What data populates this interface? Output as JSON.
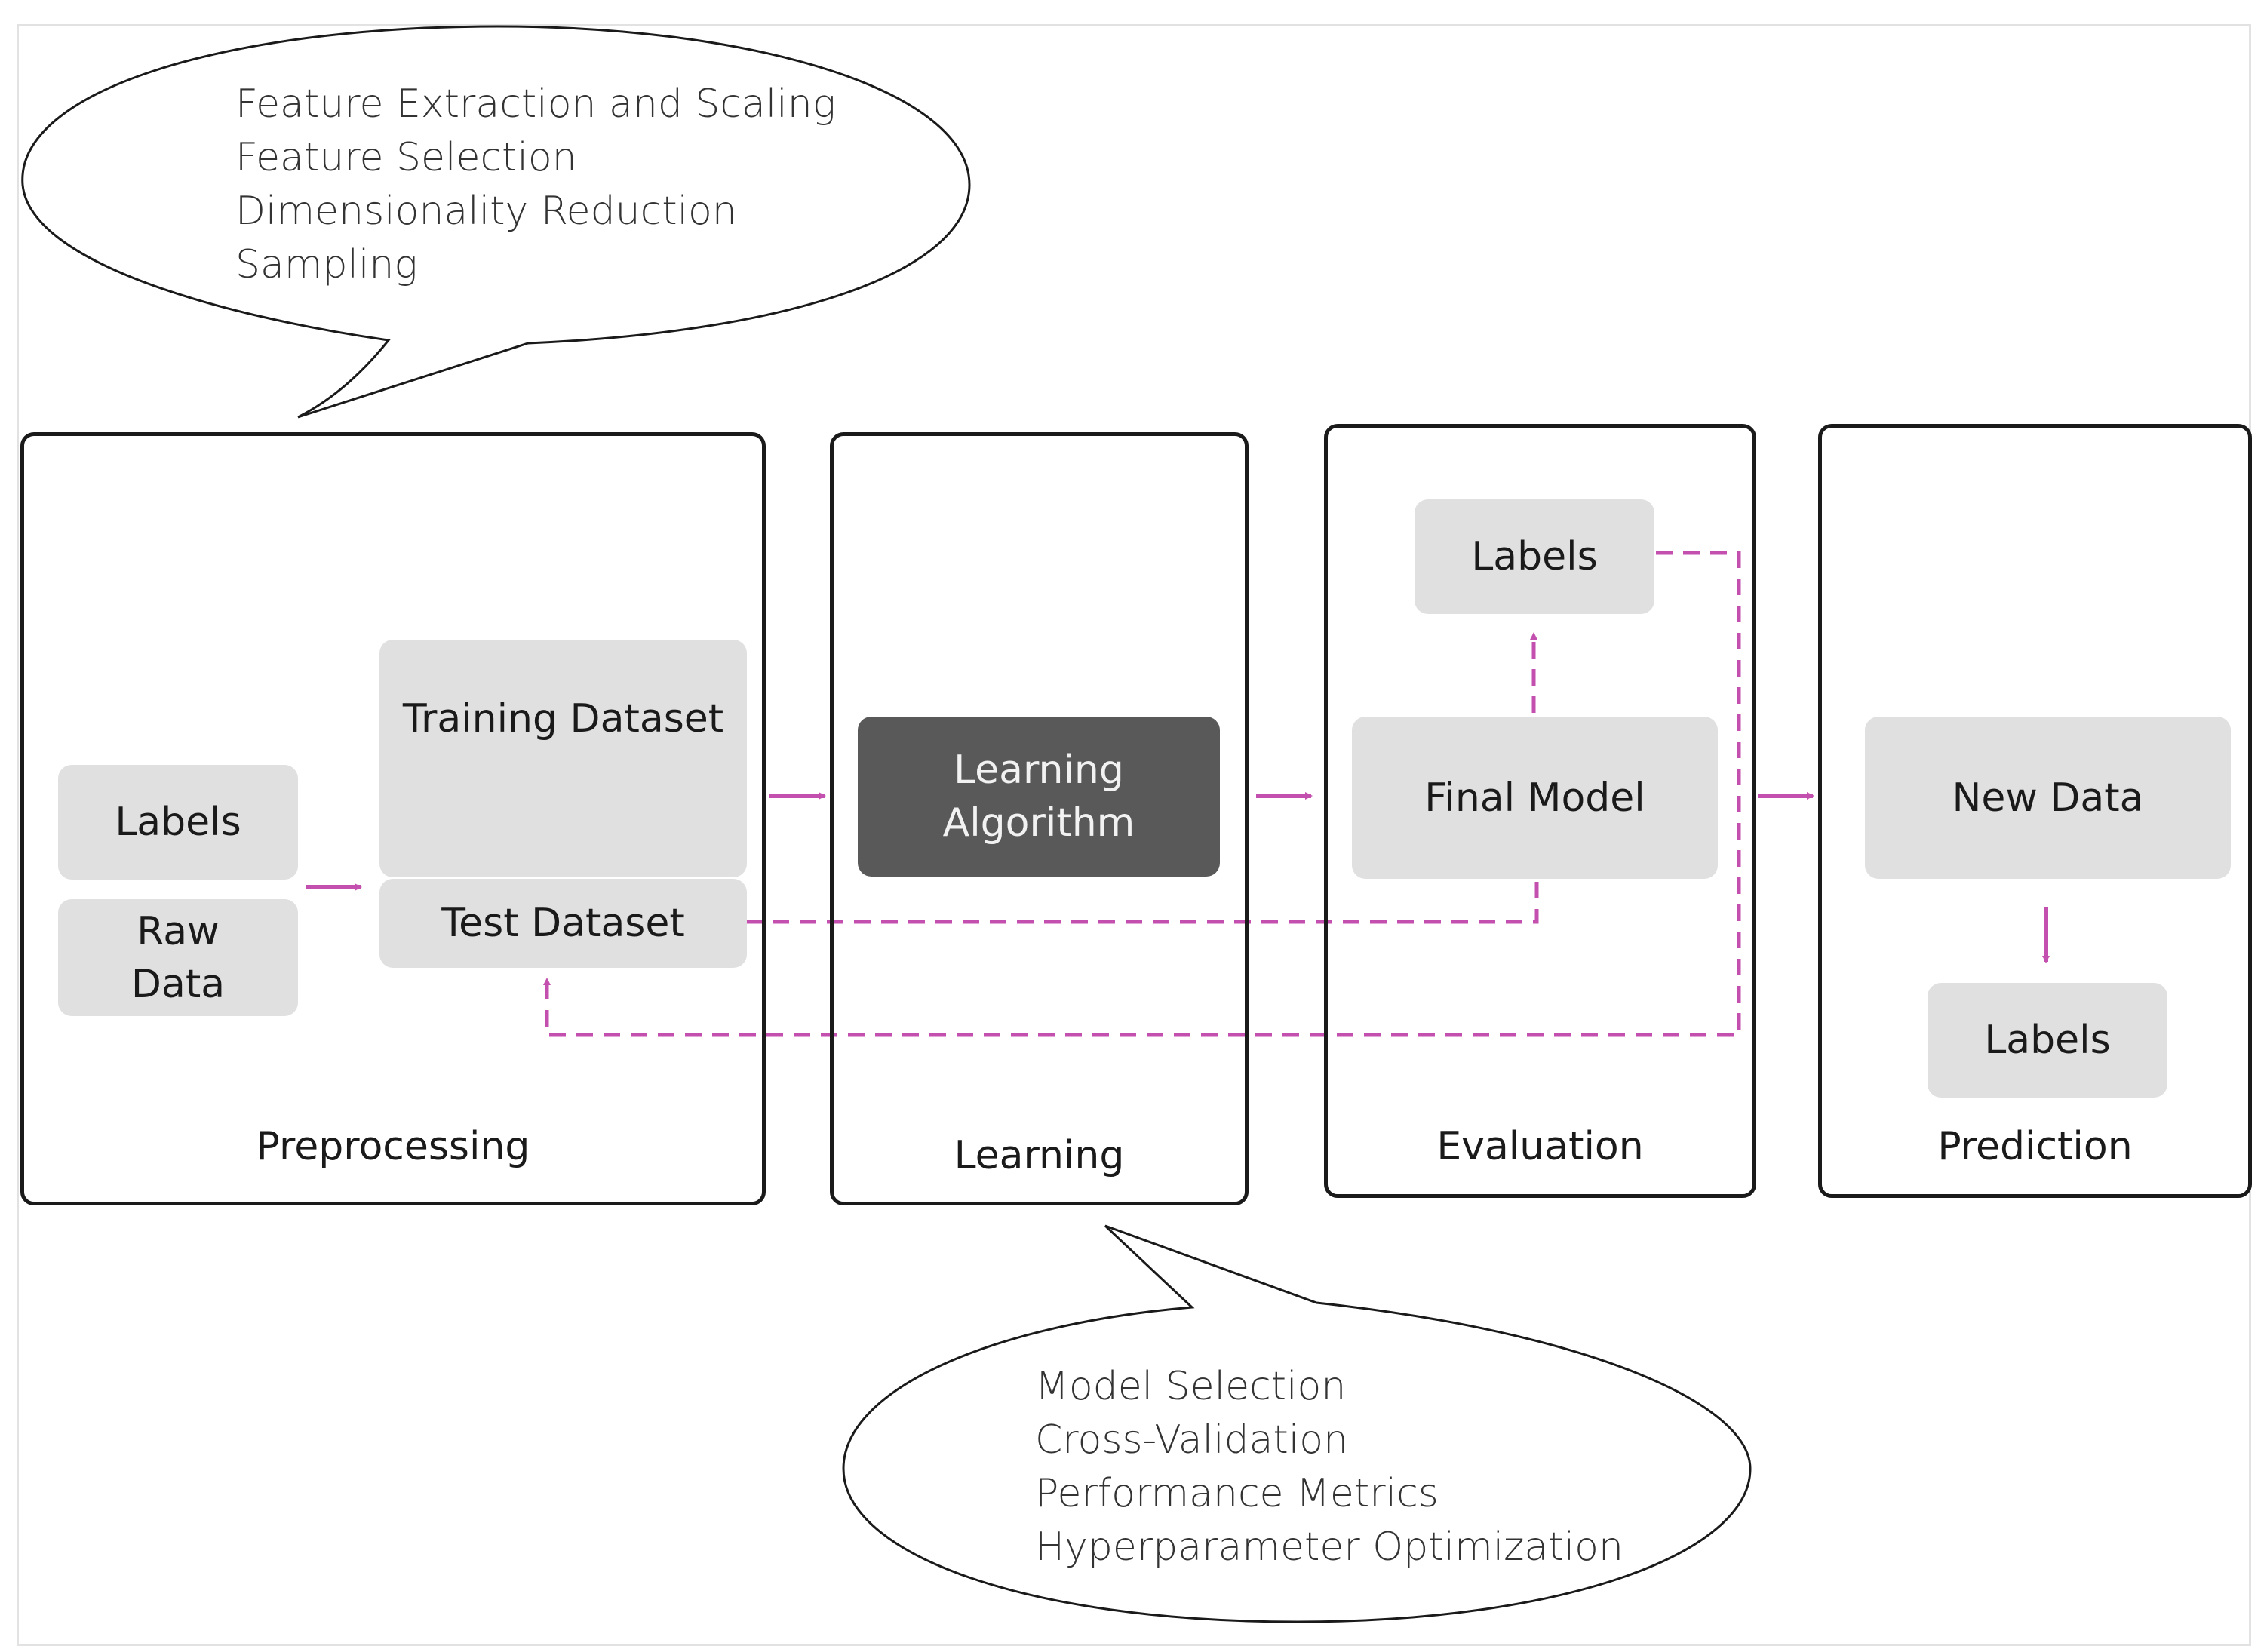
{
  "colors": {
    "accent_arrow": "#c34fae",
    "node_fill": "#e0e0e0",
    "dark_node_fill": "#595959",
    "stage_border": "#1a1a1a"
  },
  "preprocessing_bubble": {
    "lines": [
      "Feature Extraction and Scaling",
      "Feature Selection",
      "Dimensionality Reduction",
      "Sampling"
    ]
  },
  "learning_bubble": {
    "lines": [
      "Model Selection",
      "Cross-Validation",
      "Performance Metrics",
      "Hyperparameter Optimization"
    ]
  },
  "stages": {
    "preprocessing": {
      "title": "Preprocessing",
      "labels": "Labels",
      "raw_data": "Raw\nData",
      "training_dataset": "Training Dataset",
      "test_dataset": "Test Dataset"
    },
    "learning": {
      "title": "Learning",
      "algorithm": "Learning\nAlgorithm"
    },
    "evaluation": {
      "title": "Evaluation",
      "labels": "Labels",
      "final_model": "Final Model"
    },
    "prediction": {
      "title": "Prediction",
      "new_data": "New Data",
      "labels": "Labels"
    }
  }
}
